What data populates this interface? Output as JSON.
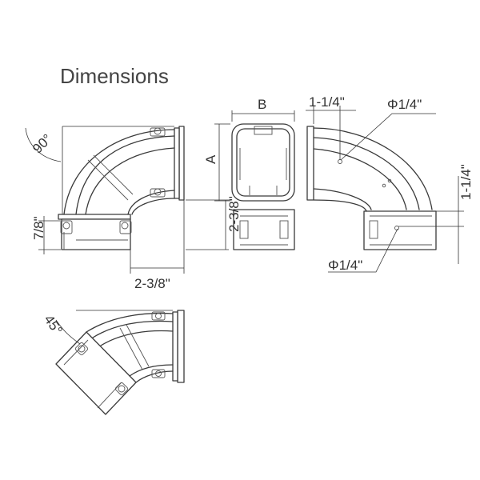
{
  "title": "Dimensions",
  "labels": {
    "angle_90": "90°",
    "angle_45": "45°",
    "dim_7_8": "7/8\"",
    "dim_2_3_8_h": "2-3/8\"",
    "dim_2_3_8_v": "2-3/8\"",
    "dim_b": "B",
    "dim_a": "A",
    "dim_1_1_4_top": "1-1/4\"",
    "dim_1_1_4_right": "1-1/4\"",
    "hole_top": "Φ1/4\"",
    "hole_bottom": "Φ1/4\""
  }
}
